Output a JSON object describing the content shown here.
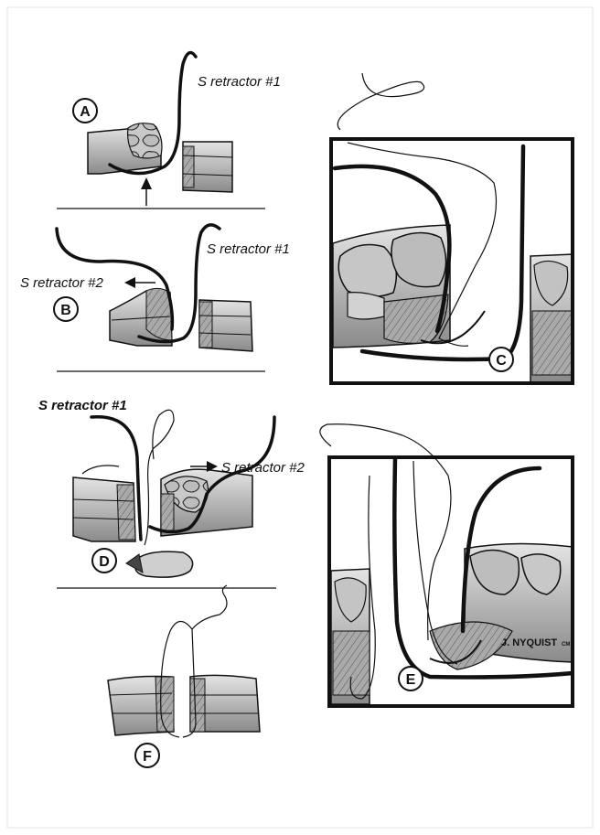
{
  "panels": {
    "a": {
      "letter": "A",
      "retractor_label": "S retractor #1"
    },
    "b": {
      "letter": "B",
      "retractor1_label": "S retractor #1",
      "retractor2_label": "S retractor #2"
    },
    "c": {
      "letter": "C"
    },
    "d": {
      "letter": "D",
      "retractor1_label": "S retractor #1",
      "retractor2_label": "S retractor #2"
    },
    "e": {
      "letter": "E"
    },
    "f": {
      "letter": "F"
    }
  },
  "signature": {
    "name": "J. NYQUIST",
    "suffix": "CM"
  },
  "colors": {
    "ink": "#111111",
    "tissue_light": "#d6d6d6",
    "tissue_mid": "#a8a8a8",
    "tissue_dark": "#6e6e6e",
    "frame": "#111111"
  }
}
